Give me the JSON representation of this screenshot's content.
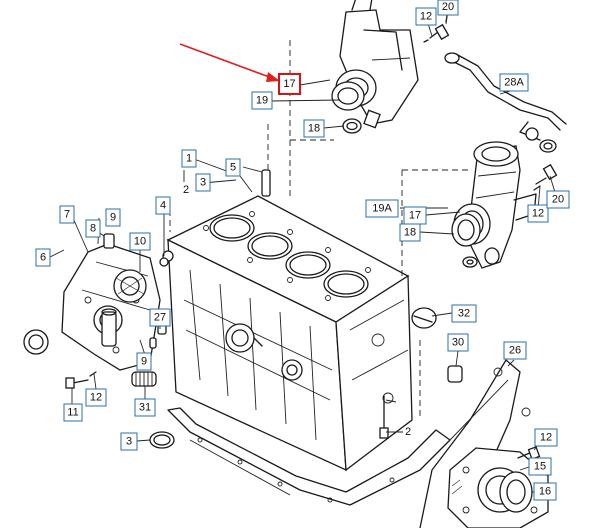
{
  "callouts": {
    "c17_top": "17",
    "c19_top": "19",
    "c18_top": "18",
    "c12_top": "12",
    "c20_top": "20",
    "c28a": "28A",
    "c1": "1",
    "c2_top": "2",
    "c3_top": "3",
    "c5": "5",
    "c4": "4",
    "c7": "7",
    "c9_top": "9",
    "c8": "8",
    "c6": "6",
    "c10": "10",
    "c19a": "19A",
    "c17_mid": "17",
    "c18_mid": "18",
    "c12_mid": "12",
    "c20_mid": "20",
    "c32": "32",
    "c27": "27",
    "c9_low": "9",
    "c30": "30",
    "c26": "26",
    "c11": "11",
    "c12_low": "12",
    "c31": "31",
    "c3_low": "3",
    "c2_low": "2",
    "c12_br": "12",
    "c15": "15",
    "c16": "16"
  },
  "colors": {
    "callout_border": "#2a6fa8",
    "highlight_border": "#d41414",
    "arrow": "#e02020",
    "linework": "#1a1a1a"
  },
  "highlighted_part": "17"
}
